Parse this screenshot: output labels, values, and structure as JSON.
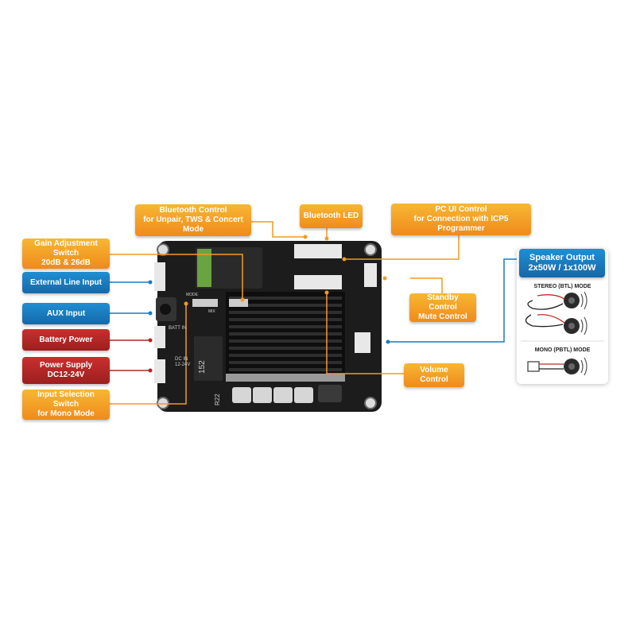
{
  "callouts": {
    "bluetooth_control": {
      "line1": "Bluetooth Control",
      "line2": "for Unpair, TWS & Concert Mode"
    },
    "bluetooth_led": {
      "line1": "Bluetooth LED"
    },
    "pc_ui_control": {
      "line1": "PC UI Control",
      "line2": "for Connection with ICP5 Programmer"
    },
    "gain_switch": {
      "line1": "Gain Adjustment Switch",
      "line2": "20dB & 26dB"
    },
    "external_line": {
      "line1": "External Line Input"
    },
    "aux_input": {
      "line1": "AUX Input"
    },
    "battery_power": {
      "line1": "Battery Power"
    },
    "power_supply": {
      "line1": "Power Supply",
      "line2": "DC12-24V"
    },
    "input_selection": {
      "line1": "Input Selection Switch",
      "line2": "for Mono Mode"
    },
    "standby_control": {
      "line1": "Standby Control",
      "line2": "Mute Control"
    },
    "volume_control": {
      "line1": "Volume Control"
    }
  },
  "speaker_output": {
    "title1": "Speaker Output",
    "title2": "2x50W / 1x100W",
    "stereo_label": "STEREO (BTL) MODE",
    "mono_label": "MONO (PBTL) MODE"
  },
  "board": {
    "mark_152": "152",
    "mark_r22": "R22",
    "mark_dc": "DC IN",
    "mark_dc_v": "12-24V",
    "mark_batt": "BATT IN",
    "mark_mode": "MODE",
    "mark_mix": "MIX"
  },
  "colors": {
    "orange": "#f39a22",
    "blue": "#1a7cc0",
    "red": "#b32626",
    "board": "#1c1c1c",
    "connector": "#e8e8e8",
    "pcb_green": "#6aa341"
  }
}
